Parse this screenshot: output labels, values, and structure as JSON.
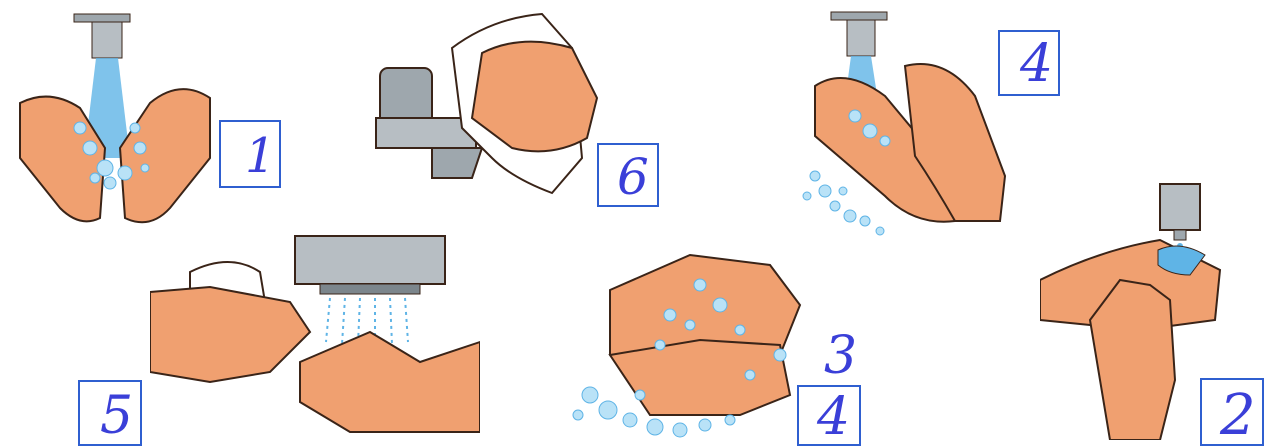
{
  "steps": [
    {
      "id": "wet-hands",
      "number": "1"
    },
    {
      "id": "dry-with-paper-towel",
      "number": "6"
    },
    {
      "id": "rinse-hands",
      "number": "4"
    },
    {
      "id": "apply-soap",
      "number": "2"
    },
    {
      "id": "dry-with-towel-and-dryer",
      "number": "5"
    },
    {
      "id": "lather-hands",
      "number": "4",
      "correction": "3"
    }
  ],
  "colors": {
    "skin": "#f0a070",
    "skin_dark": "#c97848",
    "outline": "#3a2418",
    "water": "#5fb4e6",
    "bubble": "#b9e2f7",
    "metal": "#9ea7ad",
    "ink": "#3a3fd8",
    "box": "#2f5fd0"
  }
}
